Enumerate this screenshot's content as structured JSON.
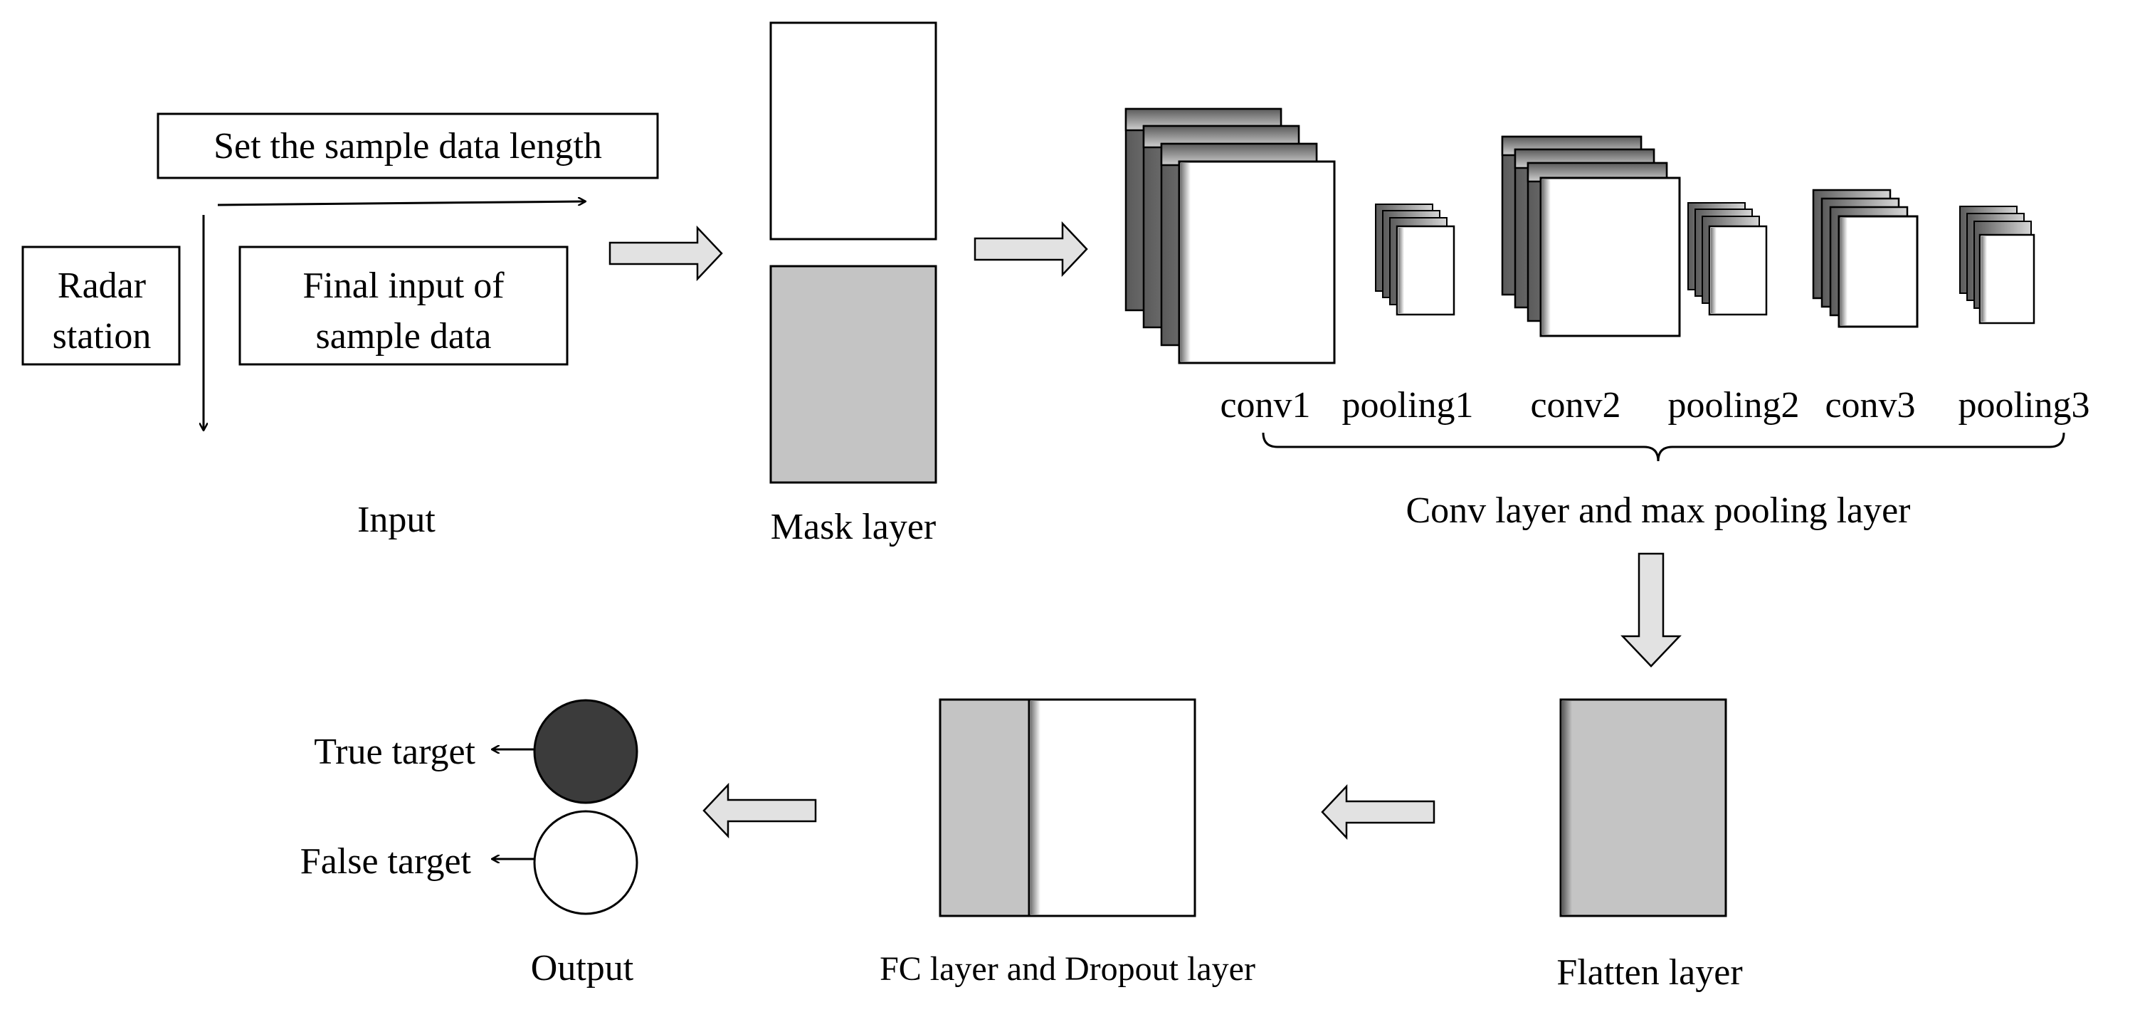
{
  "input": {
    "sample_length_label": "Set the sample data length",
    "radar_line1": "Radar",
    "radar_line2": "station",
    "final_line1": "Final input of",
    "final_line2": "sample data",
    "caption": "Input"
  },
  "mask": {
    "caption": "Mask layer"
  },
  "conv": {
    "labels": [
      "conv1",
      "pooling1",
      "conv2",
      "pooling2",
      "conv3",
      "pooling3"
    ],
    "caption": "Conv layer and max pooling layer"
  },
  "flatten": {
    "caption": "Flatten layer"
  },
  "fc": {
    "caption": "FC layer and Dropout layer"
  },
  "output": {
    "true_label": "True target",
    "false_label": "False target",
    "caption": "Output"
  },
  "colors": {
    "gray_fill": "#c4c4c4",
    "dark_fill": "#3b3b3b",
    "arrow_fill": "#e2e2e2",
    "stroke": "#000000"
  }
}
